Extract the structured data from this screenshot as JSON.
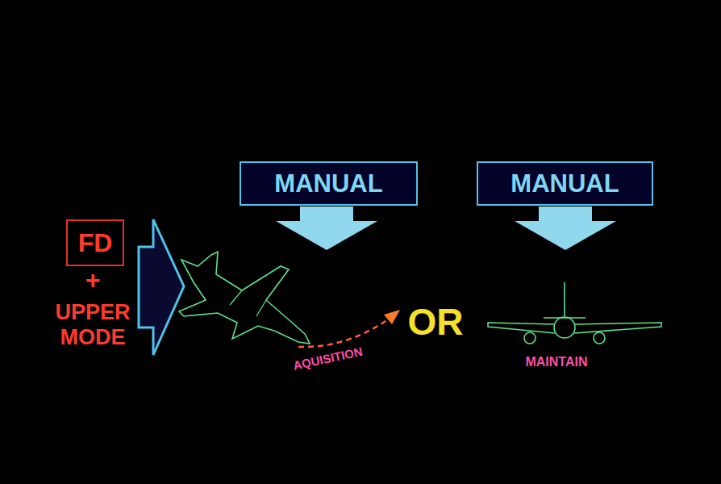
{
  "diagram": {
    "nodes": [
      {
        "text": [
          "FD"
        ]
      },
      {
        "text": [
          "MANUAL"
        ]
      },
      {
        "text": [
          "MANUAL"
        ]
      }
    ],
    "labels": [
      "+",
      "UPPER MODE",
      "AQUISITION",
      "OR",
      "MAINTAIN"
    ]
  }
}
